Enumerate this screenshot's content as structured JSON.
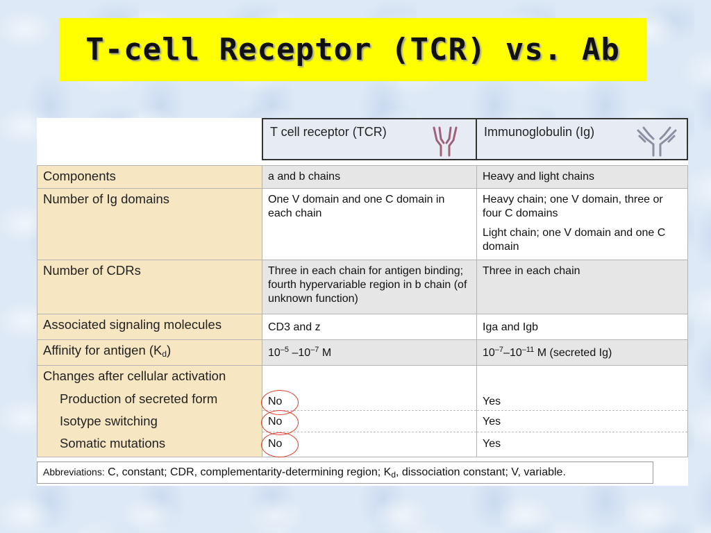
{
  "title": "T-cell Receptor (TCR) vs. Ab",
  "headers": {
    "tcr": "T cell receptor (TCR)",
    "ig": "Immunoglobulin (Ig)"
  },
  "rows": {
    "components": {
      "label": "Components",
      "tcr": "a and b chains",
      "ig": "Heavy and light chains"
    },
    "domains": {
      "label": "Number of Ig domains",
      "tcr": "One V domain and one C domain in each chain",
      "ig_heavy": "Heavy chain; one V domain, three or four C domains",
      "ig_light": "Light chain; one V domain and one C domain"
    },
    "cdrs": {
      "label": "Number of CDRs",
      "tcr": "Three in each chain for antigen binding; fourth hypervariable region in b chain (of unknown function)",
      "ig": "Three in each chain"
    },
    "signaling": {
      "label": "Associated signaling molecules",
      "tcr": "CD3 and z",
      "ig": "Iga and Igb"
    },
    "affinity": {
      "label_main": "Affinity for antigen (K",
      "label_sub": "d",
      "label_end": ")",
      "tcr": {
        "base1": "10",
        "exp1": "–5",
        "sep": " –",
        "base2": "10",
        "exp2": "–7",
        "unit": " M"
      },
      "ig": {
        "base1": "10",
        "exp1": "–7",
        "sep": "–",
        "base2": "10",
        "exp2": "–11",
        "unit": " M (secreted Ig)"
      }
    },
    "changes": {
      "label": "Changes after cellular activation",
      "secreted": {
        "label": "Production of secreted form",
        "tcr": "No",
        "ig": "Yes"
      },
      "isotype": {
        "label": "Isotype switching",
        "tcr": "No",
        "ig": "Yes"
      },
      "somatic": {
        "label": "Somatic mutations",
        "tcr": "No",
        "ig": "Yes"
      }
    }
  },
  "abbreviations": {
    "lead": "Abbreviations:",
    "text1": " C, constant; CDR, complementarity-determining region; K",
    "sub": "d",
    "text2": ", dissociation constant; V, variable."
  },
  "colors": {
    "title_bg": "#ffff00",
    "label_bg": "#f7e6c2",
    "gray_row": "#e6e6e6",
    "circle": "#e03a2a",
    "icon": "#a0607a"
  }
}
